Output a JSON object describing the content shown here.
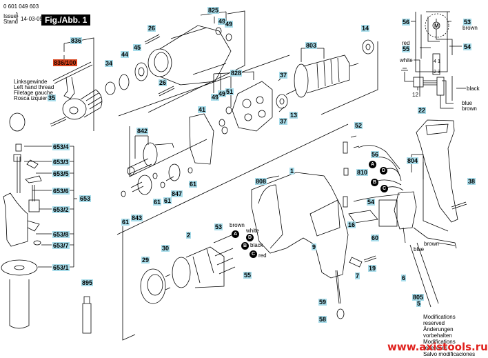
{
  "header": {
    "part_number": "0 601 049 603",
    "issue_label_1": "Issue",
    "issue_label_2": "Stand",
    "issue_date": "14-03-05",
    "figure_title": "Fig./Abb. 1"
  },
  "thread_note": [
    "Linksgewinde",
    "Left hand thread",
    "Filetage gauche",
    "Rosca izquierda"
  ],
  "labels": {
    "l836": "836",
    "l836_100": "836/100",
    "l35": "35",
    "l34": "34",
    "l44": "44",
    "l45": "45",
    "l26a": "26",
    "l26b": "26",
    "l825": "825",
    "l49a": "49",
    "l49b": "49",
    "l828": "828",
    "l49c": "49",
    "l49d": "49",
    "l51": "51",
    "l41": "41",
    "l803": "803",
    "l14": "14",
    "l37a": "37",
    "l37b": "37",
    "l13": "13",
    "l842": "842",
    "l843": "843",
    "l847": "847",
    "l61a": "61",
    "l61b": "61",
    "l61c": "61",
    "l61d": "61",
    "l653_4": "653/4",
    "l653_3": "653/3",
    "l653_5": "653/5",
    "l653_6": "653/6",
    "l653_2": "653/2",
    "l653_8": "653/8",
    "l653_7": "653/7",
    "l653_1": "653/1",
    "l653": "653",
    "l895": "895",
    "l29": "29",
    "l30": "30",
    "l2": "2",
    "l53": "53",
    "l55": "55",
    "l808": "808",
    "l1": "1",
    "l9": "9",
    "l59": "59",
    "l58": "58",
    "l7": "7",
    "l19": "19",
    "l52": "52",
    "l56": "56",
    "l810": "810",
    "l54": "54",
    "l16": "16",
    "l60": "60",
    "l804": "804",
    "l22": "22",
    "l38": "38",
    "l6": "6",
    "l805": "805",
    "l5": "5",
    "w56": "56",
    "w53": "53",
    "w55": "55",
    "w54": "54",
    "w12": "12"
  },
  "wire_labels": {
    "brown": "brown",
    "white": "white",
    "black": "black",
    "red": "red",
    "blue": "blue"
  },
  "connector_badges": {
    "A": "A",
    "B": "B",
    "C": "C",
    "D": "D"
  },
  "wiring_diagram": {
    "motor_symbol": "M",
    "terminals": [
      "4",
      "1",
      "2",
      "3"
    ],
    "ground_symbol": "ground-icon"
  },
  "footer": {
    "modifications": [
      "Modifications reserved",
      "Änderungen vorbehalten",
      "Modifications reśervées",
      "Salvo modificaciones"
    ],
    "website": "www.axistools.ru"
  },
  "colors": {
    "label_bg": "#a7dcea",
    "highlight_label_bg": "#d9451f",
    "website_text": "#e0201c"
  }
}
